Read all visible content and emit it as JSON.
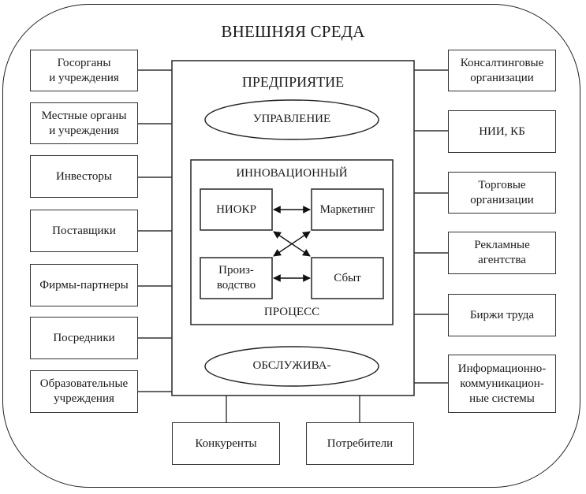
{
  "outer": {
    "title": "ВНЕШНЯЯ СРЕДА"
  },
  "enterprise": {
    "title": "ПРЕДПРИЯТИЕ",
    "management": "УПРАВЛЕНИЕ",
    "service": "ОБСЛУЖИВА-"
  },
  "innovation": {
    "title_top": "ИННОВАЦИОННЫЙ",
    "title_bottom": "ПРОЦЕСС",
    "nodes": {
      "rnd": "НИОКР",
      "marketing": "Маркетинг",
      "production": "Произ-\nводство",
      "sales": "Сбыт"
    }
  },
  "left_entities": [
    "Госорганы\nи учреждения",
    "Местные органы\nи учреждения",
    "Инвесторы",
    "Поставщики",
    "Фирмы-партнеры",
    "Посредники",
    "Образовательные\nучреждения"
  ],
  "right_entities": [
    "Консалтинговые\nорганизации",
    "НИИ, КБ",
    "Торговые\nорганизации",
    "Рекламные\nагентства",
    "Биржи труда",
    "Информационно-\nкоммуникацион-\nные системы"
  ],
  "bottom_entities": [
    "Конкуренты",
    "Потребители"
  ]
}
